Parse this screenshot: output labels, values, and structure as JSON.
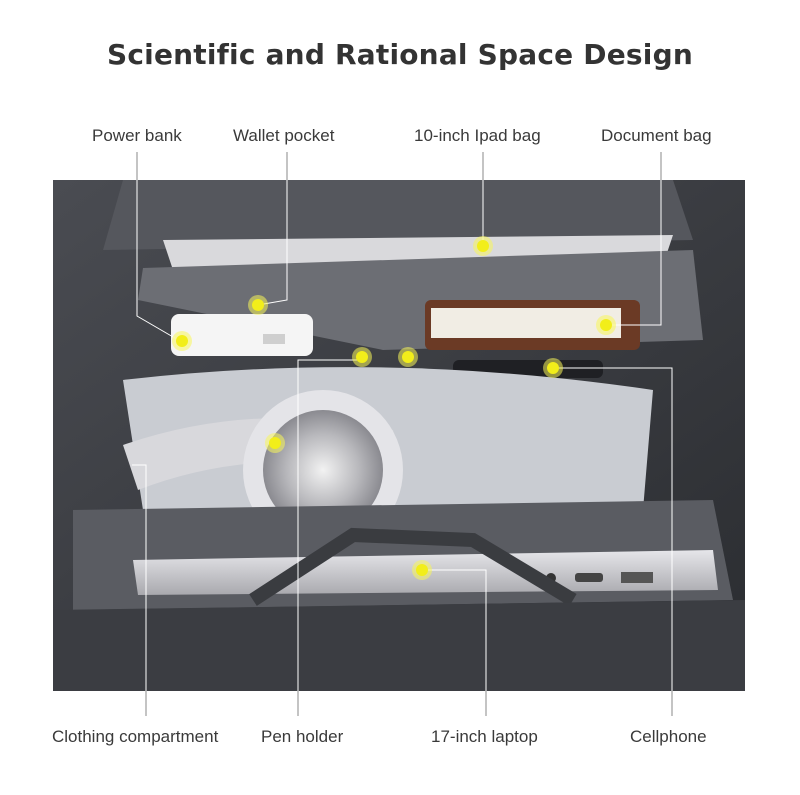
{
  "title": "Scientific and Rational Space Design",
  "labels": {
    "power_bank": "Power bank",
    "wallet_pocket": "Wallet pocket",
    "ipad_bag": "10-inch Ipad bag",
    "document_bag": "Document bag",
    "clothing_compartment": "Clothing compartment",
    "pen_holder": "Pen holder",
    "laptop": "17-inch laptop",
    "cellphone": "Cellphone"
  },
  "colors": {
    "marker": "#f2ee1a",
    "leader_line": "#ffffff",
    "bag_fabric": "#3b3d42"
  }
}
